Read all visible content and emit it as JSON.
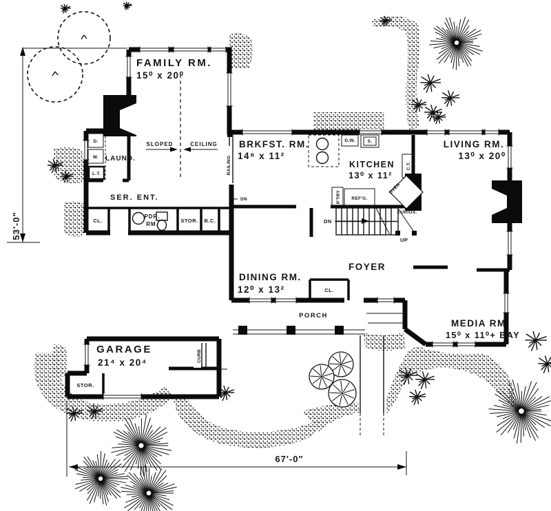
{
  "drawing": {
    "rooms": {
      "family": {
        "label": "FAMILY RM.",
        "dims": "15⁰ x 20⁰"
      },
      "brkfst": {
        "label": "BRKFST. RM.",
        "dims": "14⁸ x 11²"
      },
      "kitchen": {
        "label": "KITCHEN",
        "dims": "13⁰ x 11²"
      },
      "living": {
        "label": "LIVING RM.",
        "dims": "13⁰ x 20⁰"
      },
      "dining": {
        "label": "DINING RM.",
        "dims": "12⁰ x 13²"
      },
      "media": {
        "label": "MEDIA RM.",
        "dims": "15⁰ x 11⁰+ BAY"
      },
      "garage": {
        "label": "GARAGE",
        "dims": "21⁴ x 20⁴"
      },
      "foyer": {
        "label": "FOYER"
      },
      "porch": {
        "label": "PORCH"
      },
      "ser_ent": {
        "label": "SER. ENT."
      },
      "laundry": {
        "label": "LAUND."
      }
    },
    "annotations": {
      "sloped": "SLOPED",
      "ceiling": "CEILING",
      "railing": "RAILING",
      "dryer": "D.",
      "washer": "W.",
      "laundry_tub": "L.T.",
      "hall_closet": "CL.",
      "powder_line1": "PDR.",
      "powder_line2": "RM.",
      "hall_storage": "STOR.",
      "broom_closet": "B.C.",
      "dishwasher": "D.W.",
      "sink": "S.",
      "pantry": "P'TRY",
      "refrigerator": "REF'G.",
      "counter": "C.T.",
      "oven": "OVEN",
      "curios": "CURIOS.",
      "down_dining": "DN",
      "down_stairs": "DN",
      "up": "UP",
      "foyer_closet": "CL.",
      "garage_storage": "STOR.",
      "curb": "CURB"
    },
    "dimensions": {
      "left": "53'-0\"",
      "bottom": "67'-0\""
    },
    "colors": {
      "ink": "#151515",
      "paper": "#ffffff"
    }
  }
}
